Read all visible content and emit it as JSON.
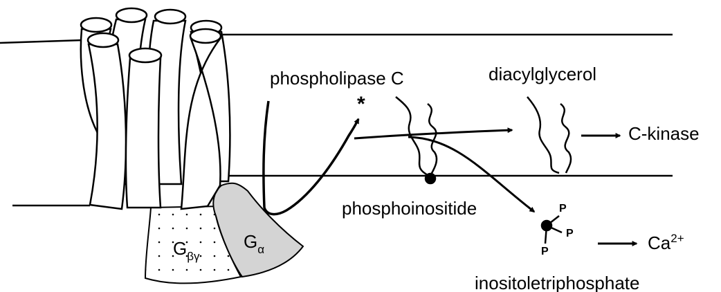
{
  "labels": {
    "phospholipase": "phospholipase C",
    "activation_mark": "*",
    "diacylglycerol": "diacylglycerol",
    "c_kinase": "C-kinase",
    "phosphoinositide": "phosphoinositide",
    "inositol": "inositoletriphosphate",
    "calcium_base": "Ca",
    "calcium_charge": "2+",
    "g_beta_gamma_base": "G",
    "g_beta_gamma_sub": "βγ",
    "g_alpha_base": "G",
    "g_alpha_sub": "α",
    "phosphate": "P"
  },
  "colors": {
    "ink": "#000000",
    "background": "#ffffff",
    "g_alpha_fill": "#d4d4d4"
  }
}
